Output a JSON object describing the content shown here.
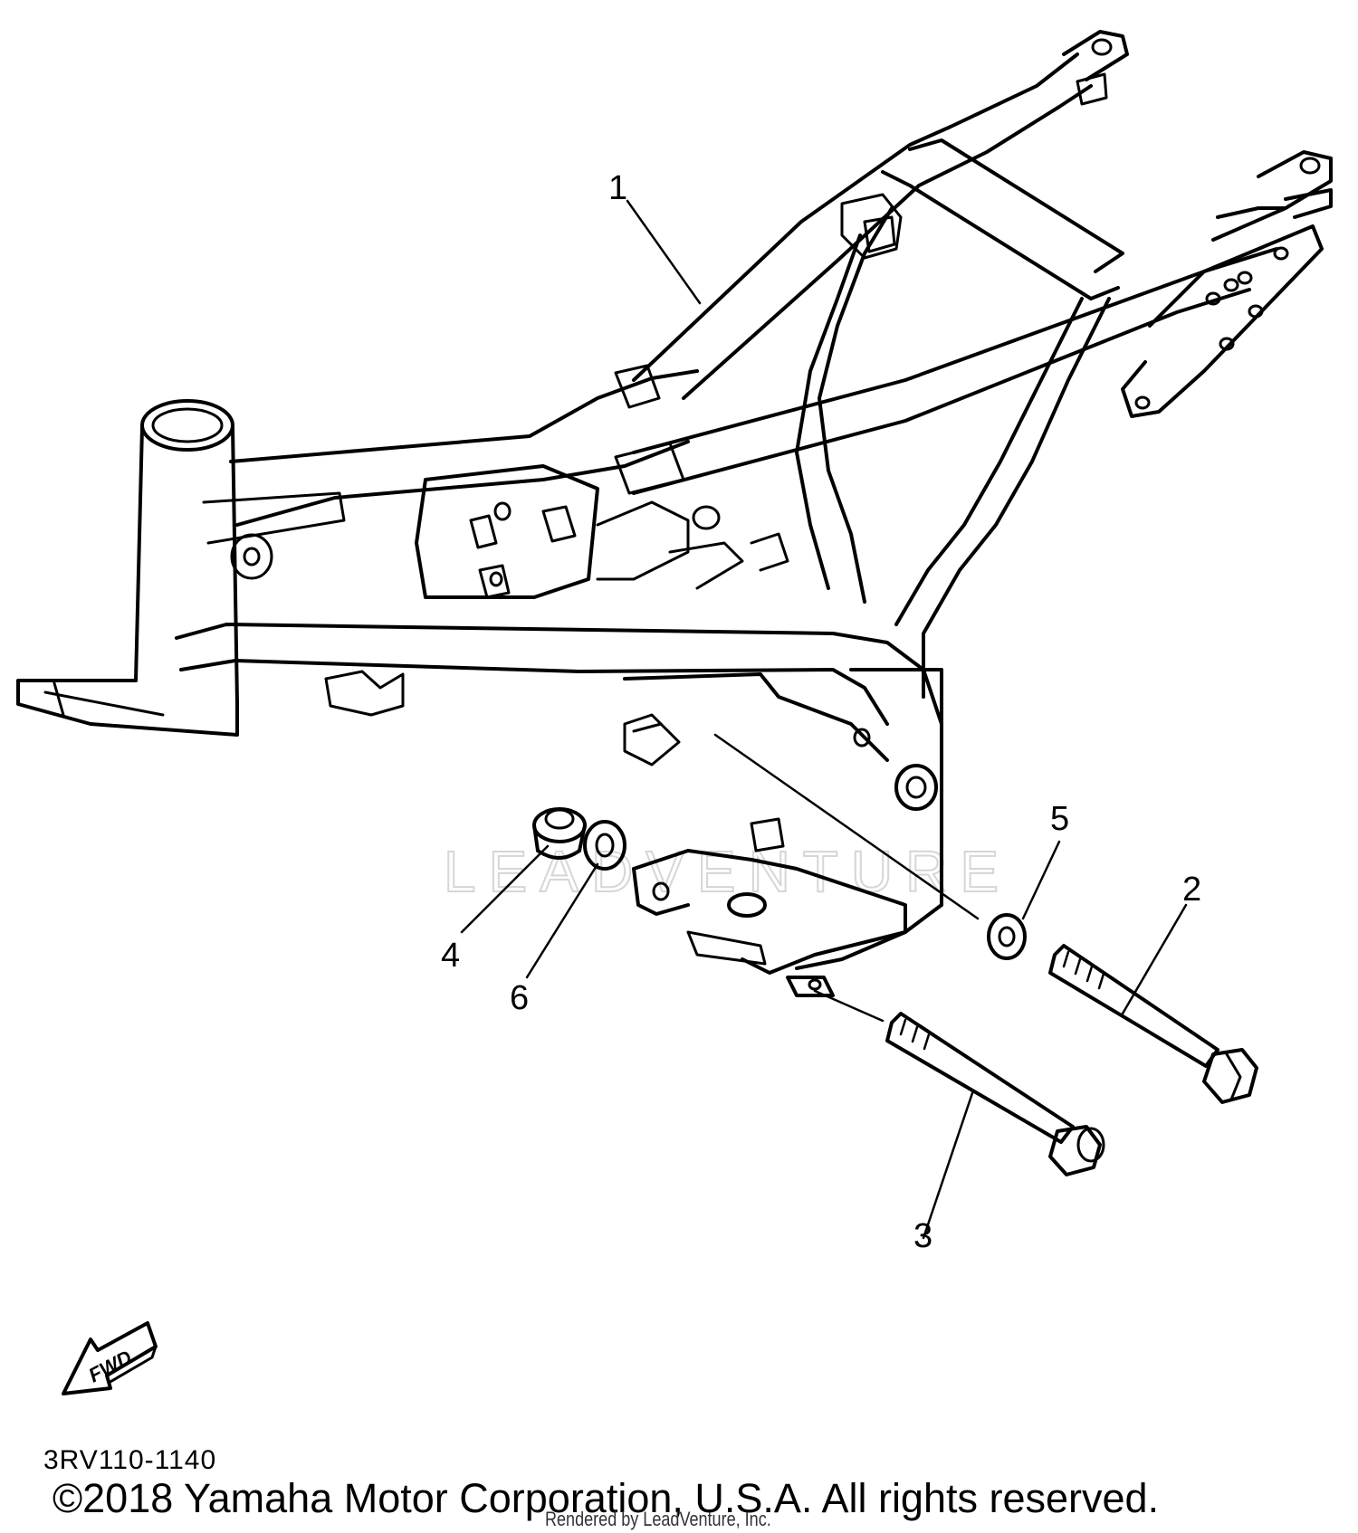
{
  "diagram": {
    "callouts": [
      {
        "id": "part-1",
        "label": "1"
      },
      {
        "id": "part-2",
        "label": "2"
      },
      {
        "id": "part-3",
        "label": "3"
      },
      {
        "id": "part-4",
        "label": "4"
      },
      {
        "id": "part-5",
        "label": "5"
      },
      {
        "id": "part-6",
        "label": "6"
      }
    ],
    "direction_label": "FWD",
    "watermark": "LEADVENTURE",
    "diagram_code": "3RV110-1140"
  },
  "footer": {
    "copyright": "©2018 Yamaha Motor Corporation, U.S.A. All rights reserved.",
    "render_credit": "Rendered by LeadVenture, Inc."
  }
}
